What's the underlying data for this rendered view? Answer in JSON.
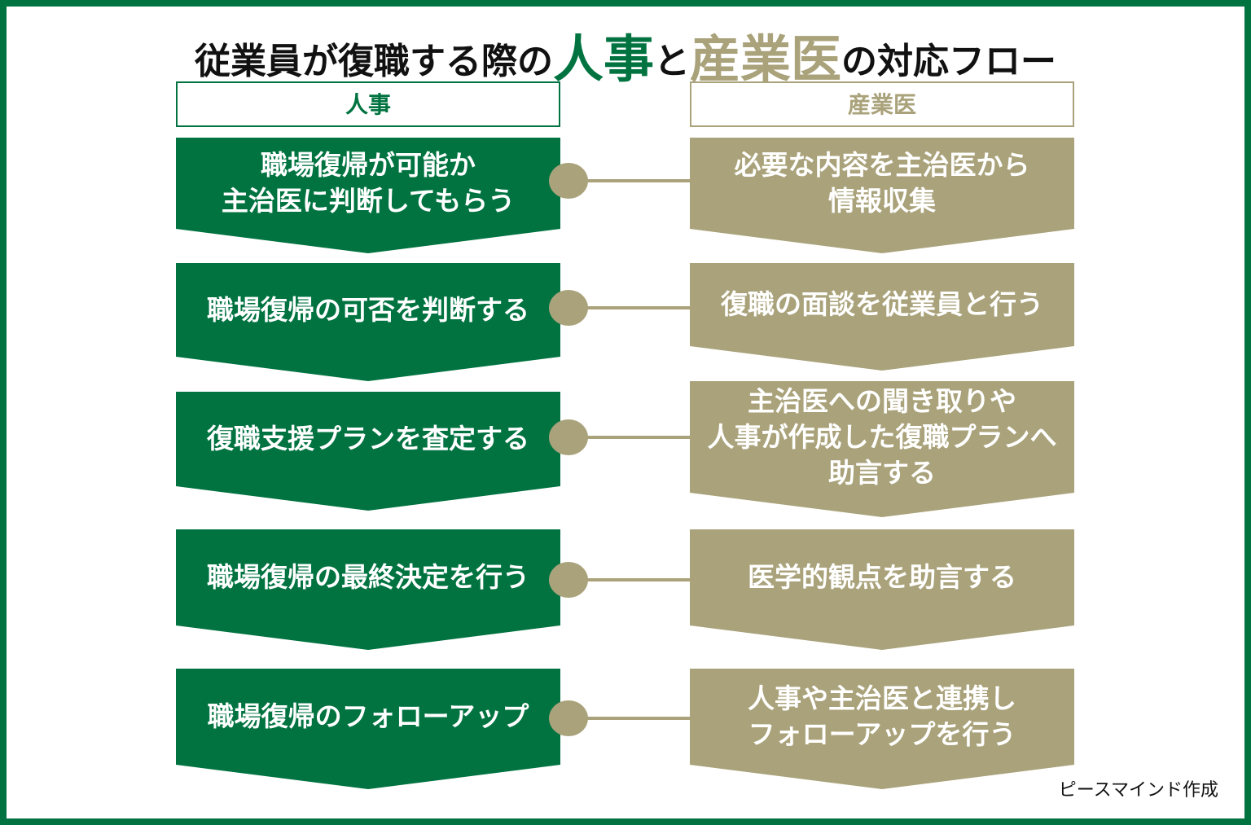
{
  "title": {
    "part1": "従業員が復職する際の",
    "hr_word": "人事",
    "part2": "と",
    "doctor_word": "産業医",
    "part3": "の対応フロー"
  },
  "columns": {
    "hr_header": "人事",
    "doctor_header": "産業医"
  },
  "steps": [
    {
      "hr": "職場復帰が可能か\n主治医に判断してもらう",
      "doctor": "必要な内容を主治医から\n情報収集"
    },
    {
      "hr": "職場復帰の可否を判断する",
      "doctor": "復職の面談を従業員と行う"
    },
    {
      "hr": "復職支援プランを査定する",
      "doctor": "主治医への聞き取りや\n人事が作成した復職プランへ\n助言する"
    },
    {
      "hr": "職場復帰の最終決定を行う",
      "doctor": "医学的観点を助言する"
    },
    {
      "hr": "職場復帰のフォローアップ",
      "doctor": "人事や主治医と連携し\nフォローアップを行う"
    }
  ],
  "credit": "ピースマインド作成",
  "colors": {
    "hr": "#007340",
    "doctor": "#a9a27a",
    "frame": "#007340"
  }
}
